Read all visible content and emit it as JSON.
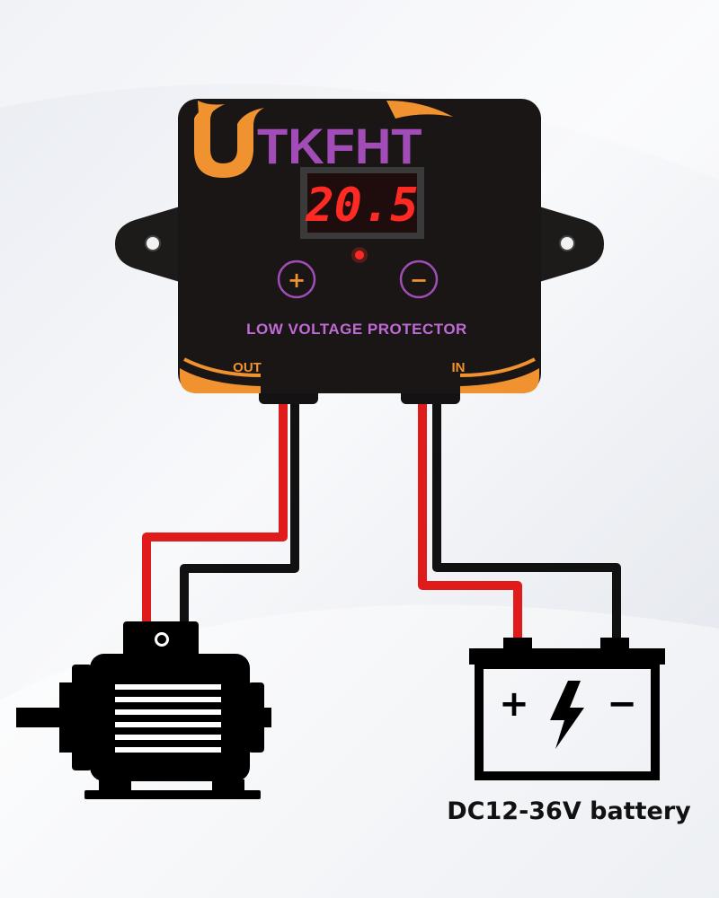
{
  "device": {
    "brand": "TKFHT",
    "display_value": "20.5",
    "plus_symbol": "+",
    "minus_symbol": "−",
    "title": "LOW VOLTAGE PROTECTOR",
    "port_out": "OUT",
    "port_in": "IN"
  },
  "battery": {
    "plus_symbol": "+",
    "minus_symbol": "−",
    "caption": "DC12-36V battery"
  },
  "colors": {
    "enclosure": "#1a1616",
    "accent_orange": "#f0922f",
    "brand_purple": "#a24db7",
    "display_red": "#ff2a24",
    "wire_red": "#e01b1b",
    "wire_black": "#111111"
  },
  "icons": {
    "logo": "u-swoosh-logo",
    "motor": "electric-motor-icon",
    "battery": "car-battery-icon",
    "bolt": "lightning-bolt-icon"
  }
}
